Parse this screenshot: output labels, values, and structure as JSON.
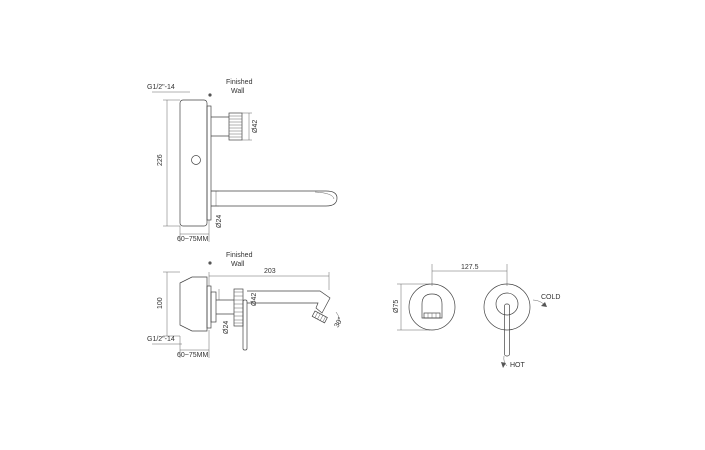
{
  "colors": {
    "line": "#444444",
    "background": "#ffffff"
  },
  "top_view": {
    "thread_label": "G1/2\"-14",
    "finished_wall_line1": "Finished",
    "finished_wall_line2": "Wall",
    "height_dim": "226",
    "diameter_42": "Ø42",
    "diameter_24": "Ø24",
    "depth_range": "60~75MM"
  },
  "side_view": {
    "finished_wall_line1": "Finished",
    "finished_wall_line2": "Wall",
    "spout_length": "203",
    "height_dim": "100",
    "thread_label": "G1/2\"-14",
    "diameter_42": "Ø42",
    "diameter_24": "Ø24",
    "angle": "30°",
    "depth_range": "60~75MM"
  },
  "front_view": {
    "spacing_dim": "127.5",
    "diameter_75": "Ø75",
    "cold_label": "COLD",
    "hot_label": "HOT"
  }
}
